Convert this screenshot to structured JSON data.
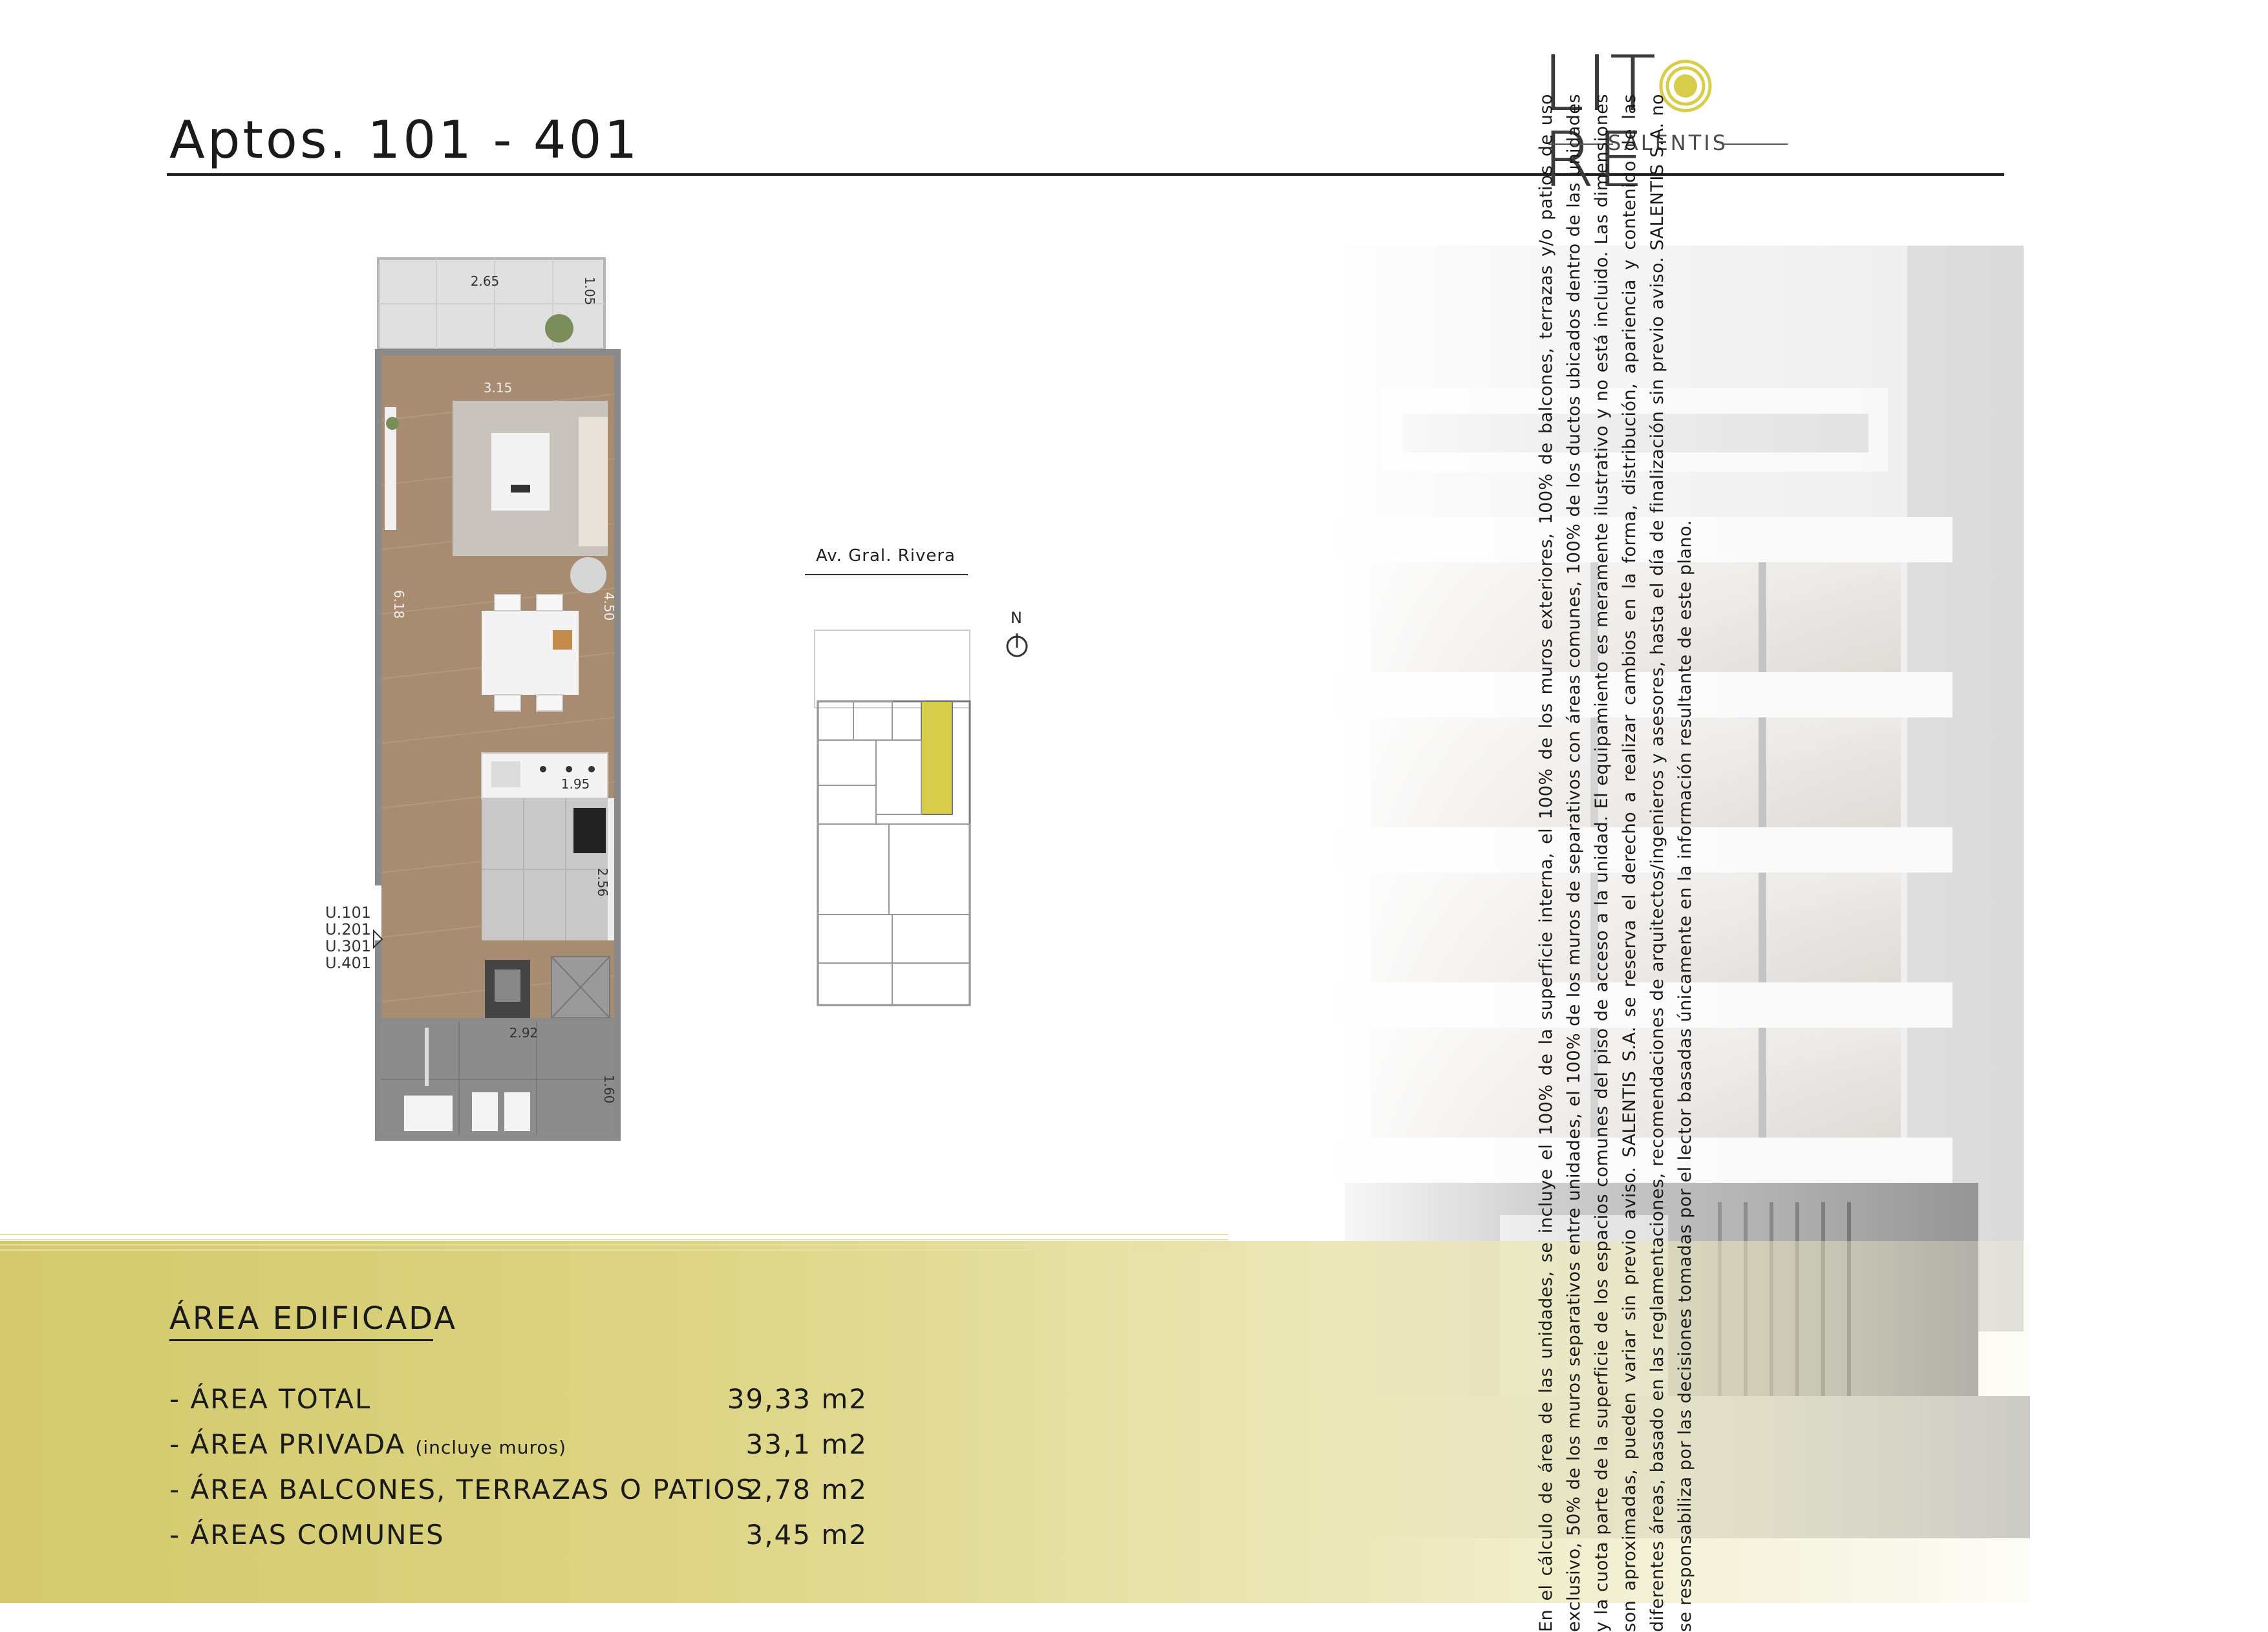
{
  "header": {
    "title": "Aptos. 101 - 401",
    "logo_word": "LITORE",
    "logo_sub": "SALENTIS"
  },
  "plan": {
    "dims": {
      "balcony_width": "2.65",
      "balcony_depth": "1.05",
      "living_width": "3.15",
      "living_length": "6.18",
      "dining_length": "4.50",
      "kitchen_width": "1.95",
      "kitchen_length": "2.56",
      "bath_width": "2.92",
      "bath_length": "1.60"
    },
    "units": [
      "U.101",
      "U.201",
      "U.301",
      "U.401"
    ]
  },
  "site": {
    "street": "Av. Gral. Rivera",
    "north": "N"
  },
  "area": {
    "heading": "ÁREA EDIFICADA",
    "rows": [
      {
        "label": "- ÁREA TOTAL",
        "note": "",
        "value": "39,33 m2"
      },
      {
        "label": "- ÁREA PRIVADA",
        "note": "(incluye muros)",
        "value": "33,1 m2"
      },
      {
        "label": "- ÁREA BALCONES, TERRAZAS O PATIOS",
        "note": "",
        "value": "2,78 m2"
      },
      {
        "label": "- ÁREAS COMUNES",
        "note": "",
        "value": "3,45 m2"
      }
    ]
  },
  "disclaimer": "En el cálculo de área de las unidades, se incluye el 100% de la superficie interna, el 100% de los muros exteriores, 100% de balcones, terrazas y/o patios de uso exclusivo, 50% de los muros separativos entre unidades, el 100% de los muros de separativos con áreas comunes, 100% de los ductos ubicados dentro de las unidades y la cuota parte de la superficie de los espacios comunes del piso de acceso a la unidad. El equipamiento es meramente ilustrativo y no está incluido. Las dimensiones son aproximadas, pueden variar sin previo aviso. SALENTIS S.A. se reserva el derecho a realizar cambios en la forma, distribución, apariencia y contenido de las diferentes áreas, basado en las reglamentaciones, recomendaciones de arquitectos/ingenieros y asesores, hasta el día de finalización sin previo aviso. SALENTIS S.A. no se responsabiliza por las decisiones tomadas por el lector basadas únicamente en la información resultante de este plano.",
  "colors": {
    "accent": "#d7cd4a",
    "band": "#d9d17c",
    "wood": "#a88c72",
    "tile": "#c9c9c9"
  }
}
